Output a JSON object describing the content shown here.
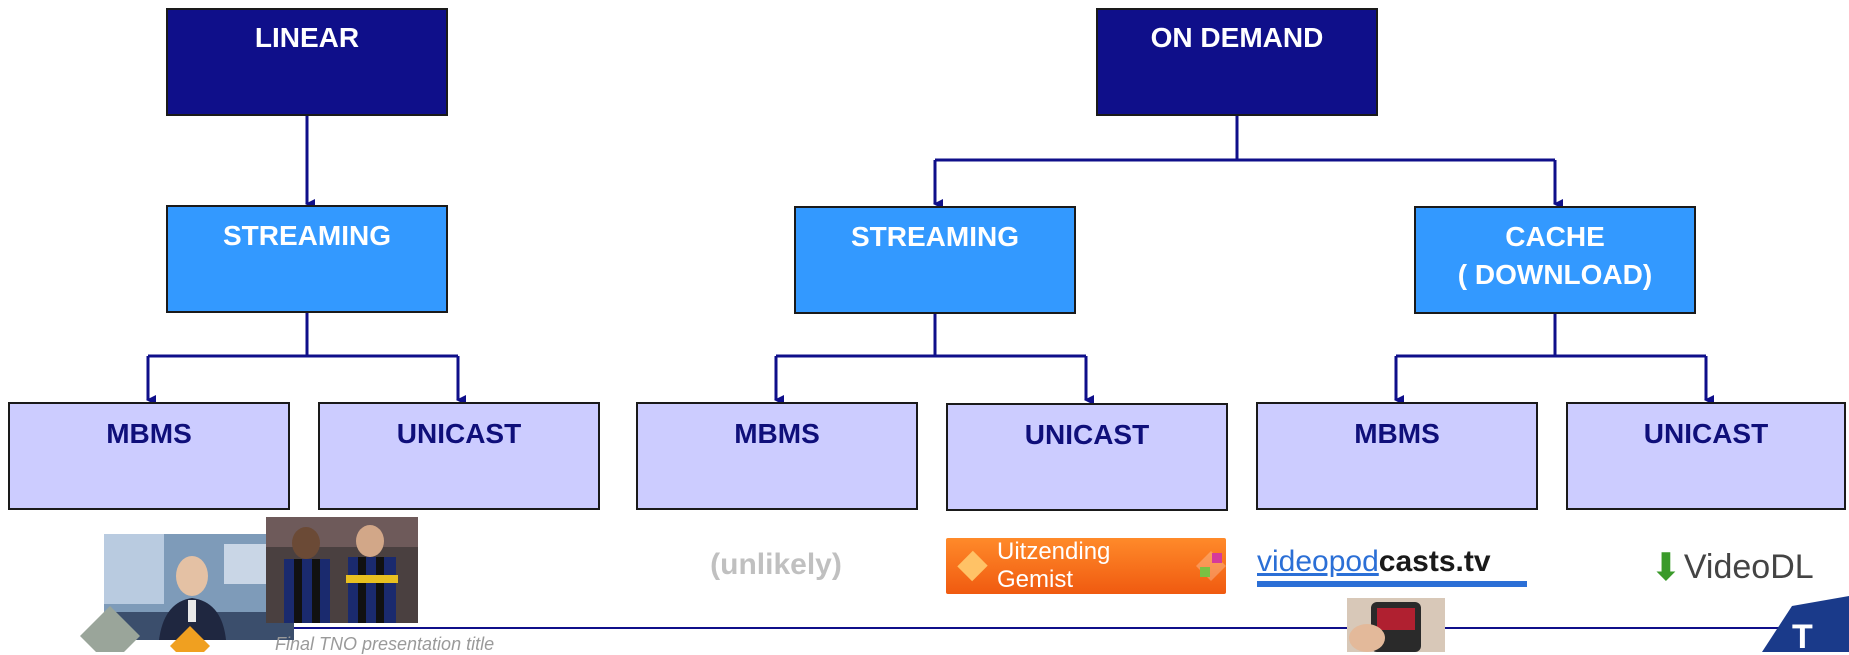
{
  "top": {
    "linear": "LINEAR",
    "on_demand": "ON DEMAND"
  },
  "middle": {
    "linear_streaming": "STREAMING",
    "od_streaming": "STREAMING",
    "cache_line1": "CACHE",
    "cache_line2": "( DOWNLOAD)"
  },
  "leaves": {
    "l1": "MBMS",
    "l2": "UNICAST",
    "l3": "MBMS",
    "l4": "UNICAST",
    "l5": "MBMS",
    "l6": "UNICAST"
  },
  "examples": {
    "unlikely": "(unlikely)",
    "uitzending": "Uitzending Gemist",
    "videopod_a": "videopod",
    "videopod_b": "casts.tv",
    "videodl": "VideoDL"
  },
  "footer": "Final TNO presentation title",
  "colors": {
    "dark_box": "#0f0f8a",
    "mid_box": "#3399ff",
    "light_box": "#ccccff",
    "connector": "#0f0f8a"
  }
}
